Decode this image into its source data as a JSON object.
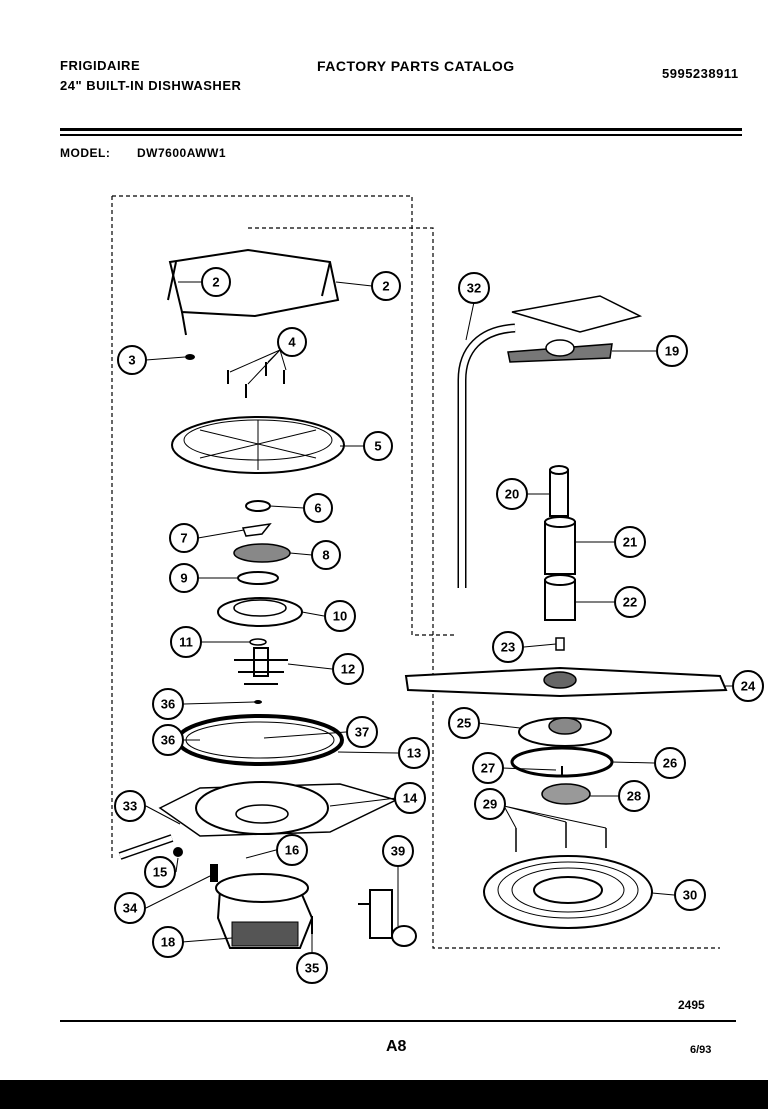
{
  "header": {
    "brand": "FRIGIDAIRE",
    "product": "24\" BUILT-IN DISHWASHER",
    "catalog_title": "FACTORY PARTS CATALOG",
    "catalog_number": "5995238911"
  },
  "model": {
    "label": "MODEL:",
    "value": "DW7600AWW1"
  },
  "callouts": [
    {
      "id": "c2a",
      "label": "2"
    },
    {
      "id": "c2b",
      "label": "2"
    },
    {
      "id": "c3",
      "label": "3"
    },
    {
      "id": "c4",
      "label": "4"
    },
    {
      "id": "c5",
      "label": "5"
    },
    {
      "id": "c6",
      "label": "6"
    },
    {
      "id": "c7",
      "label": "7"
    },
    {
      "id": "c8",
      "label": "8"
    },
    {
      "id": "c9",
      "label": "9"
    },
    {
      "id": "c10",
      "label": "10"
    },
    {
      "id": "c11",
      "label": "11"
    },
    {
      "id": "c12",
      "label": "12"
    },
    {
      "id": "c36a",
      "label": "36"
    },
    {
      "id": "c36b",
      "label": "36"
    },
    {
      "id": "c37",
      "label": "37"
    },
    {
      "id": "c13",
      "label": "13"
    },
    {
      "id": "c33",
      "label": "33"
    },
    {
      "id": "c14",
      "label": "14"
    },
    {
      "id": "c16",
      "label": "16"
    },
    {
      "id": "c15",
      "label": "15"
    },
    {
      "id": "c34",
      "label": "34"
    },
    {
      "id": "c18",
      "label": "18"
    },
    {
      "id": "c35",
      "label": "35"
    },
    {
      "id": "c39",
      "label": "39"
    },
    {
      "id": "c32",
      "label": "32"
    },
    {
      "id": "c19",
      "label": "19"
    },
    {
      "id": "c20",
      "label": "20"
    },
    {
      "id": "c21",
      "label": "21"
    },
    {
      "id": "c22",
      "label": "22"
    },
    {
      "id": "c23",
      "label": "23"
    },
    {
      "id": "c24",
      "label": "24"
    },
    {
      "id": "c25",
      "label": "25"
    },
    {
      "id": "c26",
      "label": "26"
    },
    {
      "id": "c27",
      "label": "27"
    },
    {
      "id": "c28",
      "label": "28"
    },
    {
      "id": "c29",
      "label": "29"
    },
    {
      "id": "c30",
      "label": "30"
    }
  ],
  "footer": {
    "figure_number": "2495",
    "page": "A8",
    "date": "6/93"
  }
}
